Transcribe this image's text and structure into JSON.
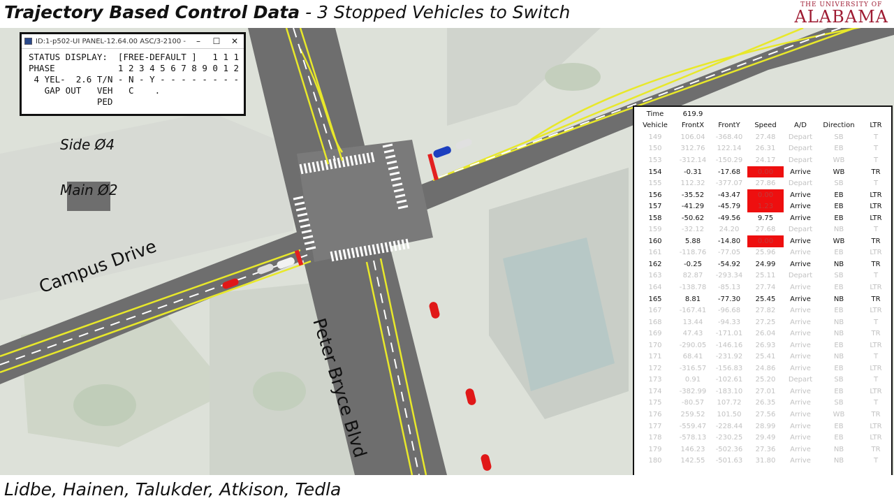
{
  "header": {
    "title_bold": "Trajectory Based Control Data",
    "title_rest": " - 3 Stopped Vehicles to Switch",
    "logo_small": "THE UNIVERSITY OF",
    "logo_big": "ALABAMA"
  },
  "footer": {
    "authors": "Lidbe, Hainen, Talukder, Atkison, Tedla"
  },
  "map": {
    "road_campus": "Campus Drive",
    "road_peter": "Peter Bryce Blvd",
    "phase_side": "Side Ø4",
    "phase_main": "Main Ø2"
  },
  "panel": {
    "window_title": "ID:1-p502-UI PANEL-12.64.00 ASC/3-2100 -",
    "controls": [
      "–",
      "☐",
      "✕"
    ],
    "lines": [
      "STATUS DISPLAY:  [FREE-DEFAULT ]   1 1 1",
      "PHASE            1 2 3 4 5 6 7 8 9 0 1 2",
      " 4 YEL-  2.6 T/N - N - Y - - - - - - - -",
      "   GAP OUT   VEH   C    .",
      "             PED"
    ]
  },
  "table": {
    "time_label": "Time",
    "time_value": "619.9",
    "columns": [
      "Vehicle",
      "FrontX",
      "FrontY",
      "Speed",
      "A/D",
      "Direction",
      "LTR"
    ],
    "rows": [
      {
        "vehicle": "149",
        "frontx": "106.04",
        "fronty": "-368.40",
        "speed": "27.48",
        "ad": "Depart",
        "dir": "SB",
        "ltr": "T",
        "active": false,
        "stopped": false
      },
      {
        "vehicle": "150",
        "frontx": "312.76",
        "fronty": "122.14",
        "speed": "26.31",
        "ad": "Depart",
        "dir": "EB",
        "ltr": "T",
        "active": false,
        "stopped": false
      },
      {
        "vehicle": "153",
        "frontx": "-312.14",
        "fronty": "-150.29",
        "speed": "24.17",
        "ad": "Depart",
        "dir": "WB",
        "ltr": "T",
        "active": false,
        "stopped": false
      },
      {
        "vehicle": "154",
        "frontx": "-0.31",
        "fronty": "-17.68",
        "speed": "0.00",
        "ad": "Arrive",
        "dir": "WB",
        "ltr": "TR",
        "active": true,
        "stopped": true
      },
      {
        "vehicle": "155",
        "frontx": "112.32",
        "fronty": "-377.07",
        "speed": "27.86",
        "ad": "Depart",
        "dir": "SB",
        "ltr": "T",
        "active": false,
        "stopped": false
      },
      {
        "vehicle": "156",
        "frontx": "-35.52",
        "fronty": "-43.47",
        "speed": "0.00",
        "ad": "Arrive",
        "dir": "EB",
        "ltr": "LTR",
        "active": true,
        "stopped": true
      },
      {
        "vehicle": "157",
        "frontx": "-41.29",
        "fronty": "-45.79",
        "speed": "1.23",
        "ad": "Arrive",
        "dir": "EB",
        "ltr": "LTR",
        "active": true,
        "stopped": true
      },
      {
        "vehicle": "158",
        "frontx": "-50.62",
        "fronty": "-49.56",
        "speed": "9.75",
        "ad": "Arrive",
        "dir": "EB",
        "ltr": "LTR",
        "active": true,
        "stopped": false
      },
      {
        "vehicle": "159",
        "frontx": "-32.12",
        "fronty": "24.20",
        "speed": "27.68",
        "ad": "Depart",
        "dir": "NB",
        "ltr": "T",
        "active": false,
        "stopped": false
      },
      {
        "vehicle": "160",
        "frontx": "5.88",
        "fronty": "-14.80",
        "speed": "0.00",
        "ad": "Arrive",
        "dir": "WB",
        "ltr": "TR",
        "active": true,
        "stopped": true
      },
      {
        "vehicle": "161",
        "frontx": "-118.76",
        "fronty": "-77.05",
        "speed": "25.96",
        "ad": "Arrive",
        "dir": "EB",
        "ltr": "LTR",
        "active": false,
        "stopped": false
      },
      {
        "vehicle": "162",
        "frontx": "-0.25",
        "fronty": "-54.92",
        "speed": "24.99",
        "ad": "Arrive",
        "dir": "NB",
        "ltr": "TR",
        "active": true,
        "stopped": false
      },
      {
        "vehicle": "163",
        "frontx": "82.87",
        "fronty": "-293.34",
        "speed": "25.11",
        "ad": "Depart",
        "dir": "SB",
        "ltr": "T",
        "active": false,
        "stopped": false
      },
      {
        "vehicle": "164",
        "frontx": "-138.78",
        "fronty": "-85.13",
        "speed": "27.74",
        "ad": "Arrive",
        "dir": "EB",
        "ltr": "LTR",
        "active": false,
        "stopped": false
      },
      {
        "vehicle": "165",
        "frontx": "8.81",
        "fronty": "-77.30",
        "speed": "25.45",
        "ad": "Arrive",
        "dir": "NB",
        "ltr": "TR",
        "active": true,
        "stopped": false
      },
      {
        "vehicle": "167",
        "frontx": "-167.41",
        "fronty": "-96.68",
        "speed": "27.82",
        "ad": "Arrive",
        "dir": "EB",
        "ltr": "LTR",
        "active": false,
        "stopped": false
      },
      {
        "vehicle": "168",
        "frontx": "13.44",
        "fronty": "-94.33",
        "speed": "27.25",
        "ad": "Arrive",
        "dir": "NB",
        "ltr": "T",
        "active": false,
        "stopped": false
      },
      {
        "vehicle": "169",
        "frontx": "47.43",
        "fronty": "-171.01",
        "speed": "26.04",
        "ad": "Arrive",
        "dir": "NB",
        "ltr": "TR",
        "active": false,
        "stopped": false
      },
      {
        "vehicle": "170",
        "frontx": "-290.05",
        "fronty": "-146.16",
        "speed": "26.93",
        "ad": "Arrive",
        "dir": "EB",
        "ltr": "LTR",
        "active": false,
        "stopped": false
      },
      {
        "vehicle": "171",
        "frontx": "68.41",
        "fronty": "-231.92",
        "speed": "25.41",
        "ad": "Arrive",
        "dir": "NB",
        "ltr": "T",
        "active": false,
        "stopped": false
      },
      {
        "vehicle": "172",
        "frontx": "-316.57",
        "fronty": "-156.83",
        "speed": "24.86",
        "ad": "Arrive",
        "dir": "EB",
        "ltr": "LTR",
        "active": false,
        "stopped": false
      },
      {
        "vehicle": "173",
        "frontx": "0.91",
        "fronty": "-102.61",
        "speed": "25.20",
        "ad": "Depart",
        "dir": "SB",
        "ltr": "T",
        "active": false,
        "stopped": false
      },
      {
        "vehicle": "174",
        "frontx": "-382.99",
        "fronty": "-183.10",
        "speed": "27.01",
        "ad": "Arrive",
        "dir": "EB",
        "ltr": "LTR",
        "active": false,
        "stopped": false
      },
      {
        "vehicle": "175",
        "frontx": "-80.57",
        "fronty": "107.72",
        "speed": "26.35",
        "ad": "Arrive",
        "dir": "SB",
        "ltr": "T",
        "active": false,
        "stopped": false
      },
      {
        "vehicle": "176",
        "frontx": "259.52",
        "fronty": "101.50",
        "speed": "27.56",
        "ad": "Arrive",
        "dir": "WB",
        "ltr": "TR",
        "active": false,
        "stopped": false
      },
      {
        "vehicle": "177",
        "frontx": "-559.47",
        "fronty": "-228.44",
        "speed": "28.99",
        "ad": "Arrive",
        "dir": "EB",
        "ltr": "LTR",
        "active": false,
        "stopped": false
      },
      {
        "vehicle": "178",
        "frontx": "-578.13",
        "fronty": "-230.25",
        "speed": "29.49",
        "ad": "Arrive",
        "dir": "EB",
        "ltr": "LTR",
        "active": false,
        "stopped": false
      },
      {
        "vehicle": "179",
        "frontx": "146.23",
        "fronty": "-502.36",
        "speed": "27.36",
        "ad": "Arrive",
        "dir": "NB",
        "ltr": "TR",
        "active": false,
        "stopped": false
      },
      {
        "vehicle": "180",
        "frontx": "142.55",
        "fronty": "-501.63",
        "speed": "31.80",
        "ad": "Arrive",
        "dir": "NB",
        "ltr": "T",
        "active": false,
        "stopped": false
      }
    ]
  },
  "colors": {
    "stopped_highlight": "#ee0f0f",
    "inactive_text": "#c2c2c2",
    "active_text": "#111111",
    "lane_line": "#e8e82a",
    "road": "#6e6e6e"
  }
}
